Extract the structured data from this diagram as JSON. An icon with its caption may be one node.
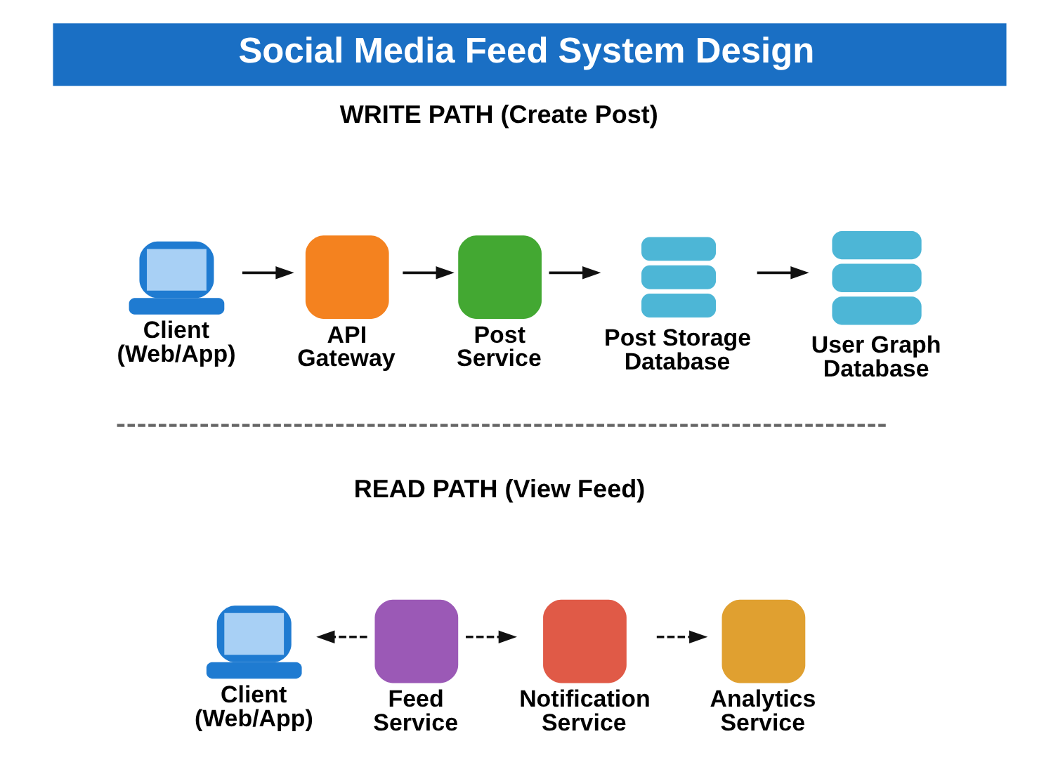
{
  "diagram": {
    "title": "Social Media Feed System Design",
    "nodes": [
      {
        "text": [
          "Client (Web/App)"
        ]
      },
      {
        "text": [
          "API Gateway"
        ]
      },
      {
        "text": [
          "Post Service"
        ]
      },
      {
        "text": [
          "Post Storage Database"
        ]
      },
      {
        "text": [
          "User Graph Database"
        ]
      },
      {
        "text": [
          "Client (Web/App)"
        ]
      },
      {
        "text": [
          "Feed Service"
        ]
      },
      {
        "text": [
          "Notification Service"
        ]
      },
      {
        "text": [
          "Analytics Service"
        ]
      }
    ],
    "edges": [
      {
        "from": 0,
        "to": 1,
        "arrow": "to"
      },
      {
        "from": 1,
        "to": 2,
        "arrow": "to"
      },
      {
        "from": 2,
        "to": 3,
        "arrow": "to"
      },
      {
        "from": 3,
        "to": 4,
        "arrow": "to"
      },
      {
        "from": 6,
        "to": 5,
        "arrow": "to",
        "style": "dashed"
      },
      {
        "from": 6,
        "to": 7,
        "arrow": "to",
        "style": "dashed"
      },
      {
        "from": 7,
        "to": 8,
        "arrow": "to",
        "style": "dashed"
      }
    ],
    "labels": [
      "WRITE PATH (Create Post)",
      "READ PATH (View Feed)"
    ]
  }
}
